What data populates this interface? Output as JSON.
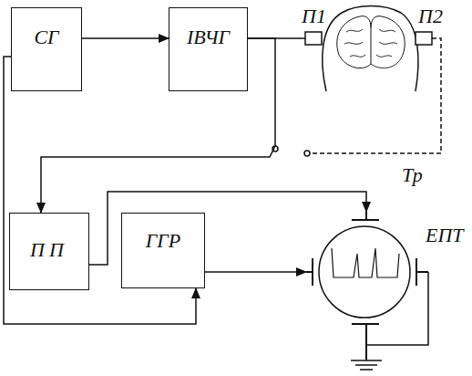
{
  "diagram": {
    "nodes": [
      {
        "text": [
          "СГ"
        ]
      },
      {
        "text": [
          "ІВЧГ"
        ]
      },
      {
        "text": [
          "ПП"
        ]
      },
      {
        "text": [
          "ГГР"
        ]
      }
    ],
    "edges": [
      {
        "from": 0,
        "to": 1,
        "arrow": "to"
      },
      {
        "from": 1,
        "to": 2,
        "arrow": "to"
      },
      {
        "from": 0,
        "to": 3,
        "arrow": "to"
      }
    ],
    "labels": [
      "П1",
      "П2",
      "Тр",
      "ЕПТ"
    ]
  }
}
